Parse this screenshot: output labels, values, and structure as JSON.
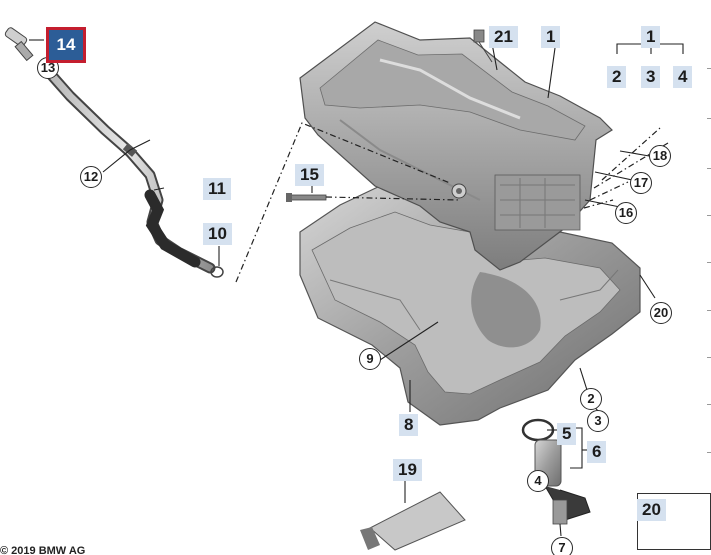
{
  "callouts": {
    "c1": "1",
    "c1_tree": "1",
    "c2_tree": "2",
    "c3_tree": "3",
    "c4_tree": "4",
    "c2": "2",
    "c3": "3",
    "c4": "4",
    "c5": "5",
    "c6": "6",
    "c7": "7",
    "c8": "8",
    "c9": "9",
    "c10": "10",
    "c11": "11",
    "c12": "12",
    "c13": "13",
    "c14": "14",
    "c15": "15",
    "c16": "16",
    "c17": "17",
    "c18": "18",
    "c19": "19",
    "c20": "20",
    "c20_legend": "20",
    "c21": "21"
  },
  "copyright": "© 2019 BMW AG",
  "colors": {
    "highlight_fill": "#2c5d97",
    "highlight_border": "#c41e2f",
    "label_box": "#d5e1ef"
  }
}
